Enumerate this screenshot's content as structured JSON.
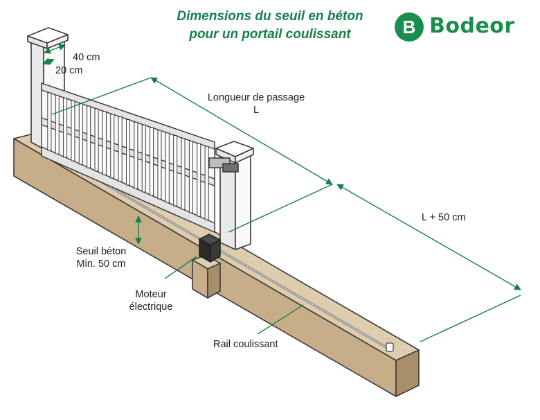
{
  "header": {
    "title_line1": "Dimensions du seuil en béton",
    "title_line2": "pour un portail coulissant"
  },
  "brand": {
    "badge": "B",
    "name": "Bodeor",
    "icon": "bodeor-logo-icon",
    "color": "#1a8f4d"
  },
  "labels": {
    "pillar_width": "40 cm",
    "pillar_offset": "20 cm",
    "passage_line1": "Longueur de passage",
    "passage_line2": "L",
    "extended": "L + 50 cm",
    "sill_line1": "Seuil béton",
    "sill_line2": "Min. 50 cm",
    "motor_line1": "Moteur",
    "motor_line2": "électrique",
    "rail": "Rail coulissant"
  },
  "colors": {
    "accent_green": "#16804a",
    "concrete_top": "#d9c7a8",
    "concrete_side": "#c2aa85",
    "concrete_end": "#a48c67",
    "outline": "#3a3a3a",
    "gate_white": "#f7f7f7",
    "motor_black": "#2a2a2a"
  }
}
